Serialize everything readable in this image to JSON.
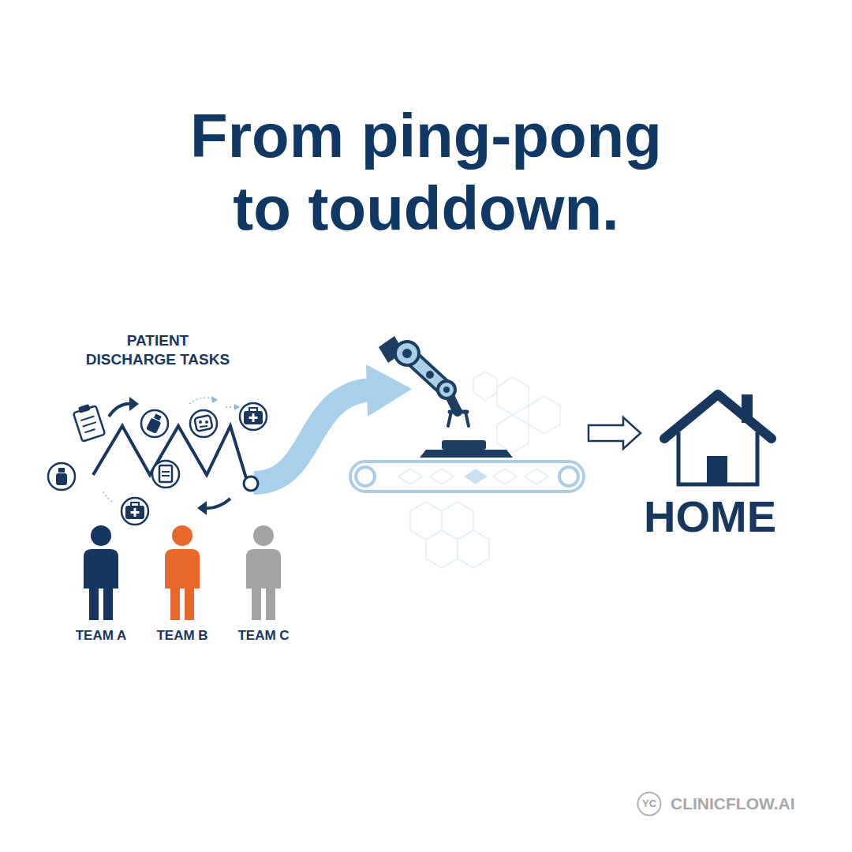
{
  "diagram": {
    "title": "From ping-pong to touddown.",
    "nodes": [
      {
        "text": [
          "YC"
        ]
      }
    ],
    "labels": [
      "PATIENT DISCHARGE TASKS",
      "TEAM A",
      "TEAM B",
      "TEAM C",
      "HOME",
      "CLINICFLOW.AI"
    ]
  }
}
